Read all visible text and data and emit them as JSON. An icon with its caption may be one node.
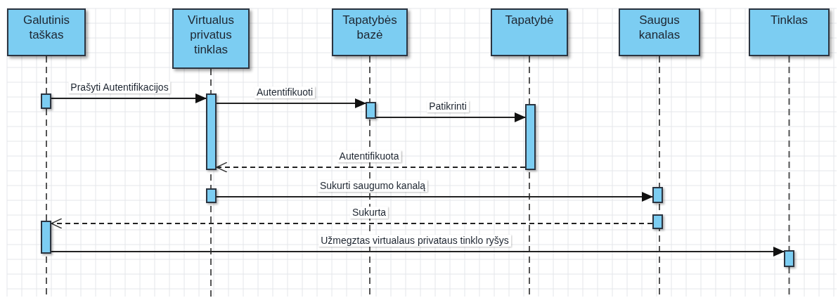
{
  "diagram": {
    "nodes": [
      {
        "text": [
          "Galutinis taškas"
        ]
      },
      {
        "text": [
          "Virtualus privatus tinklas"
        ]
      },
      {
        "text": [
          "Tapatybės bazė"
        ]
      },
      {
        "text": [
          "Tapatybė"
        ]
      },
      {
        "text": [
          "Saugus kanalas"
        ]
      },
      {
        "text": [
          "Tinklas"
        ]
      },
      {
        "text": [],
        "shape": "bar"
      },
      {
        "text": [],
        "shape": "bar"
      },
      {
        "text": [],
        "shape": "bar"
      },
      {
        "text": [],
        "shape": "bar"
      },
      {
        "text": [],
        "shape": "bar"
      },
      {
        "text": [],
        "shape": "bar"
      },
      {
        "text": [],
        "shape": "bar"
      },
      {
        "text": [],
        "shape": "bar"
      },
      {
        "text": [],
        "shape": "bar"
      }
    ],
    "edges": [
      {
        "from": 6,
        "to": 7,
        "arrow": "to",
        "label": "Prašyti Autentifikacijos"
      },
      {
        "from": 7,
        "to": 8,
        "arrow": "to",
        "label": "Autentifikuoti"
      },
      {
        "from": 8,
        "to": 9,
        "arrow": "to",
        "label": "Patikrinti"
      },
      {
        "from": 9,
        "to": 7,
        "arrow": "to",
        "label": "Autentifikuota",
        "style": "dashed"
      },
      {
        "from": 10,
        "to": 11,
        "arrow": "to",
        "label": "Sukurti saugumo kanalą"
      },
      {
        "from": 12,
        "to": 13,
        "arrow": "to",
        "label": "Sukurta",
        "style": "dashed"
      },
      {
        "from": 13,
        "to": 14,
        "arrow": "to",
        "label": "Užmegztas virtualaus privataus tinklo ryšys"
      }
    ]
  }
}
